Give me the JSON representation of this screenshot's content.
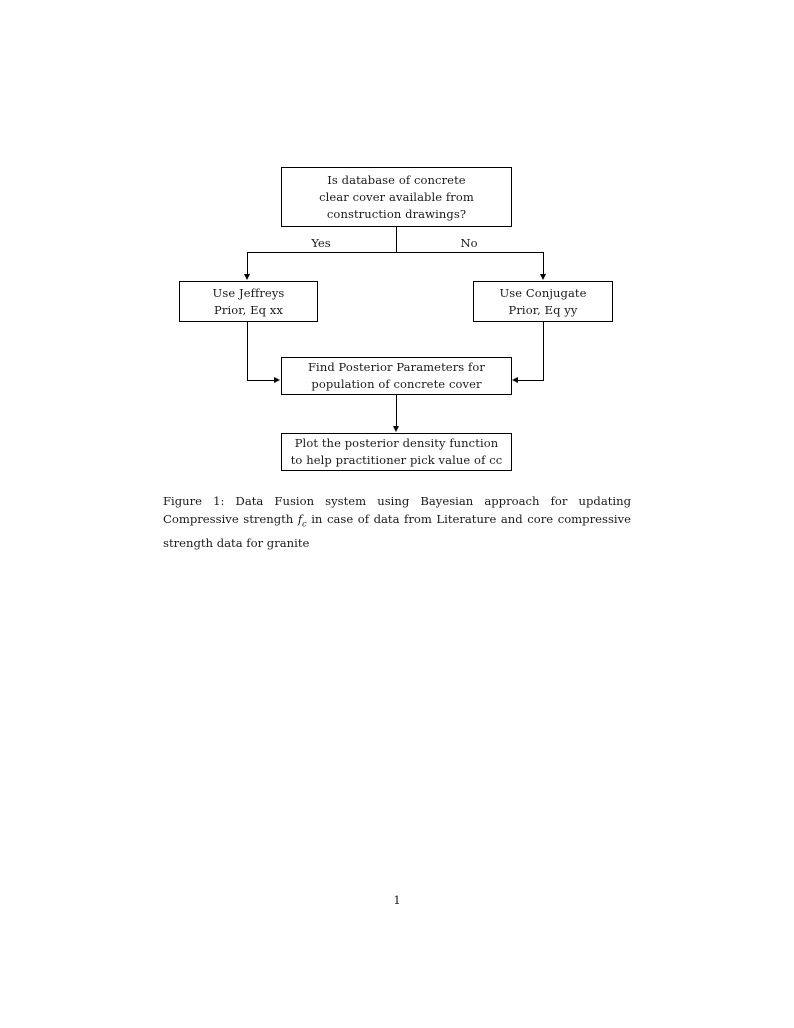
{
  "document": {
    "page_number": "1",
    "background_color": "#ffffff",
    "text_color": "#1a1a1a",
    "line_color": "#000000"
  },
  "figure": {
    "type": "flowchart",
    "nodes": [
      {
        "id": "question",
        "shape": "rectangle",
        "lines": [
          "Is database of concrete",
          "clear cover available from",
          "construction drawings?"
        ]
      },
      {
        "id": "jeffreys",
        "shape": "rectangle",
        "lines": [
          "Use Jeffreys",
          "Prior, Eq xx"
        ]
      },
      {
        "id": "conjugate",
        "shape": "rectangle",
        "lines": [
          "Use Conjugate",
          "Prior, Eq yy"
        ]
      },
      {
        "id": "posterior",
        "shape": "rectangle",
        "lines": [
          "Find Posterior Parameters for",
          "population of concrete cover"
        ]
      },
      {
        "id": "plot",
        "shape": "rectangle",
        "lines": [
          "Plot the posterior density function",
          "to help practitioner pick value of cc"
        ]
      }
    ],
    "branch_labels": {
      "yes": "Yes",
      "no": "No"
    },
    "edges": [
      {
        "from": "question",
        "to": "jeffreys",
        "label": "Yes"
      },
      {
        "from": "question",
        "to": "conjugate",
        "label": "No"
      },
      {
        "from": "jeffreys",
        "to": "posterior",
        "label": ""
      },
      {
        "from": "conjugate",
        "to": "posterior",
        "label": ""
      },
      {
        "from": "posterior",
        "to": "plot",
        "label": ""
      }
    ]
  },
  "caption": {
    "label": "Figure 1:",
    "text_before_symbol": "Data Fusion system using Bayesian approach for updating Compressive strength",
    "symbol_base": "f",
    "symbol_subscript": "c",
    "text_after_symbol": "in case of data from Literature and core compressive strength data for granite"
  }
}
